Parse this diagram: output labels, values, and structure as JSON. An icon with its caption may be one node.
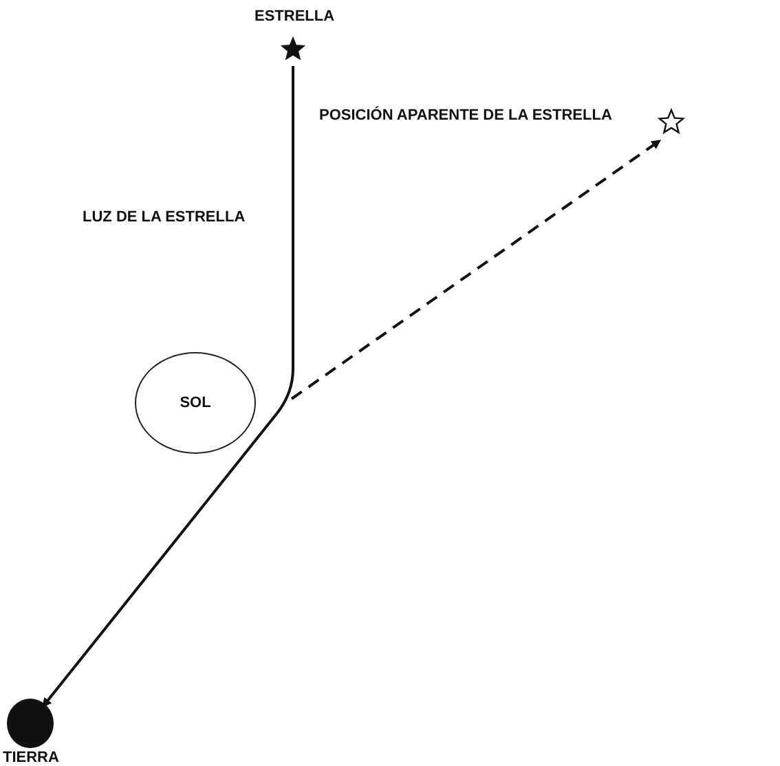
{
  "diagram": {
    "nodes": [
      {
        "text": [
          "ESTRELLA"
        ]
      },
      {
        "text": [
          "POSICIÓN APARENTE DE LA ESTRELLA"
        ]
      },
      {
        "text": [
          "SOL"
        ]
      },
      {
        "text": [
          "TIERRA"
        ]
      }
    ],
    "edges": [
      {
        "from": 0,
        "to": 3,
        "arrow": "to"
      },
      {
        "from": null,
        "to": 1,
        "arrow": "to",
        "style": "dashed"
      }
    ],
    "labels": [
      "LUZ DE LA ESTRELLA"
    ]
  }
}
